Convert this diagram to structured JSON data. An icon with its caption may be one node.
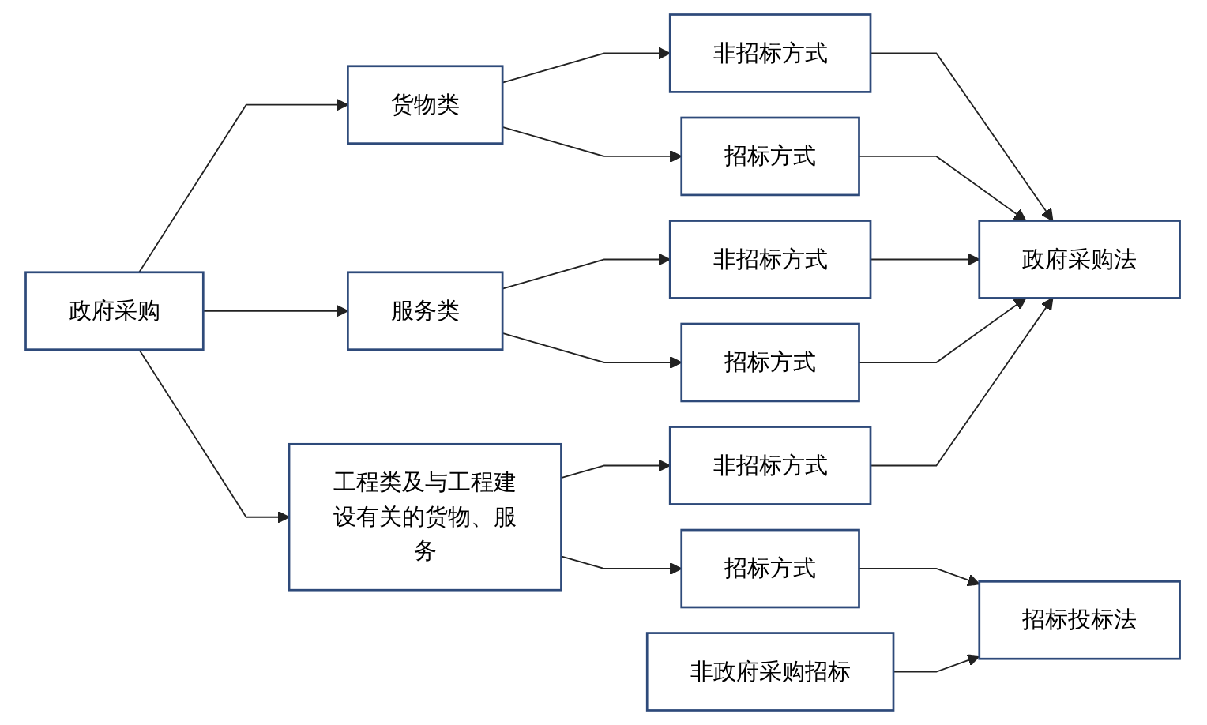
{
  "diagram": {
    "nodes": [
      {
        "text": [
          "政府采购"
        ]
      },
      {
        "text": [
          "货物类"
        ]
      },
      {
        "text": [
          "服务类"
        ]
      },
      {
        "text": [
          "工程类及与工程建设有关的货物、服务"
        ]
      },
      {
        "text": [
          "非招标方式"
        ]
      },
      {
        "text": [
          "招标方式"
        ]
      },
      {
        "text": [
          "非招标方式"
        ]
      },
      {
        "text": [
          "招标方式"
        ]
      },
      {
        "text": [
          "非招标方式"
        ]
      },
      {
        "text": [
          "招标方式"
        ]
      },
      {
        "text": [
          "政府采购法"
        ]
      },
      {
        "text": [
          "招标投标法"
        ]
      },
      {
        "text": [
          "非政府采购招标"
        ]
      }
    ],
    "edges": [
      {
        "from": 0,
        "to": 1,
        "arrow": "to"
      },
      {
        "from": 0,
        "to": 2,
        "arrow": "to"
      },
      {
        "from": 0,
        "to": 3,
        "arrow": "to"
      },
      {
        "from": 1,
        "to": 4,
        "arrow": "to"
      },
      {
        "from": 1,
        "to": 5,
        "arrow": "to"
      },
      {
        "from": 2,
        "to": 6,
        "arrow": "to"
      },
      {
        "from": 2,
        "to": 7,
        "arrow": "to"
      },
      {
        "from": 3,
        "to": 8,
        "arrow": "to"
      },
      {
        "from": 3,
        "to": 9,
        "arrow": "to"
      },
      {
        "from": 4,
        "to": 10,
        "arrow": "to"
      },
      {
        "from": 5,
        "to": 10,
        "arrow": "to"
      },
      {
        "from": 6,
        "to": 10,
        "arrow": "to"
      },
      {
        "from": 7,
        "to": 10,
        "arrow": "to"
      },
      {
        "from": 8,
        "to": 10,
        "arrow": "to"
      },
      {
        "from": 9,
        "to": 11,
        "arrow": "to"
      },
      {
        "from": 12,
        "to": 11,
        "arrow": "to"
      }
    ]
  }
}
